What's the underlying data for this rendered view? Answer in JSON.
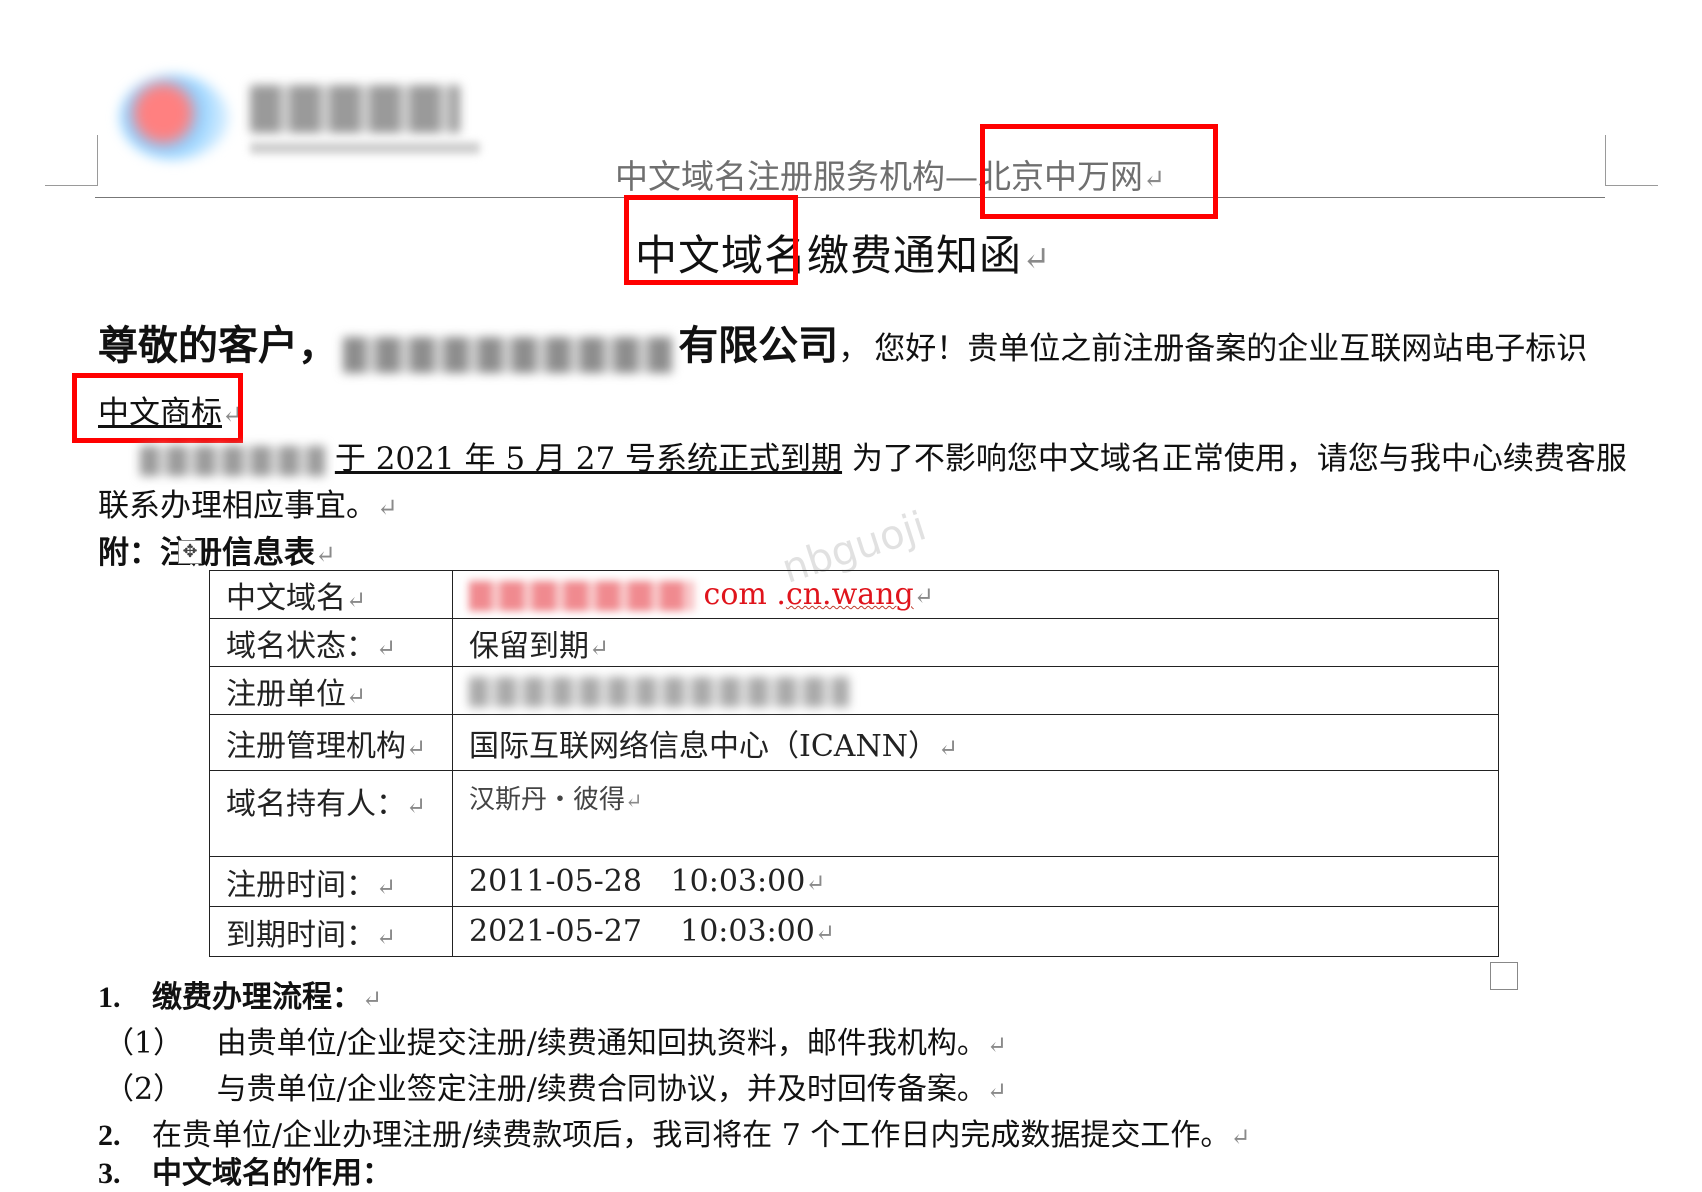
{
  "header": {
    "org_text": "中文域名注册服务机构—北京中万网",
    "para_mark": "↵"
  },
  "title": "中文域名缴费通知函",
  "greeting": {
    "salutation": "尊敬的客户，",
    "company_suffix": "有限公司",
    "comma": "，",
    "body": "您好！贵单位之前注册备案的企业互联网站电子标识"
  },
  "trademark": "中文商标",
  "expiry": {
    "underlined": "于 2021 年 5 月 27 号系统正式到期",
    "rest": " 为了不影响您中文域名正常使用，请您与我中心续费客服"
  },
  "contact": "联系办理相应事宜。",
  "annex": "附：注册信息表",
  "table": {
    "rows": [
      {
        "label": "中文域名",
        "value": "com .cn.wang"
      },
      {
        "label": "域名状态：",
        "value": "保留到期"
      },
      {
        "label": "注册单位",
        "value": ""
      },
      {
        "label": "注册管理机构",
        "value": "国际互联网络信息中心（ICANN）"
      },
      {
        "label": "域名持有人：",
        "value": "汉斯丹・彼得"
      },
      {
        "label": "注册时间：",
        "value": "2011-05-28   10:03:00"
      },
      {
        "label": "到期时间：",
        "value": "2021-05-27    10:03:00"
      }
    ],
    "domain_parts": {
      "a": "com",
      "b": " .",
      "c": "cn.wang"
    }
  },
  "watermark": "nbguoji",
  "list": {
    "item1_num": "1.",
    "item1": "缴费办理流程：",
    "sub1_num": "（1）",
    "sub1": "由贵单位/企业提交注册/续费通知回执资料，邮件我机构。",
    "sub2_num": "（2）",
    "sub2": "与贵单位/企业签定注册/续费合同协议，并及时回传备案。",
    "item2_num": "2.",
    "item2": "在贵单位/企业办理注册/续费款项后，我司将在 7 个工作日内完成数据提交工作。",
    "item3_num": "3.",
    "item3": "中文域名的作用："
  },
  "colors": {
    "highlight_box": "#ff0000",
    "domain_text": "#e0141c",
    "header_text": "#6f6f6f"
  }
}
